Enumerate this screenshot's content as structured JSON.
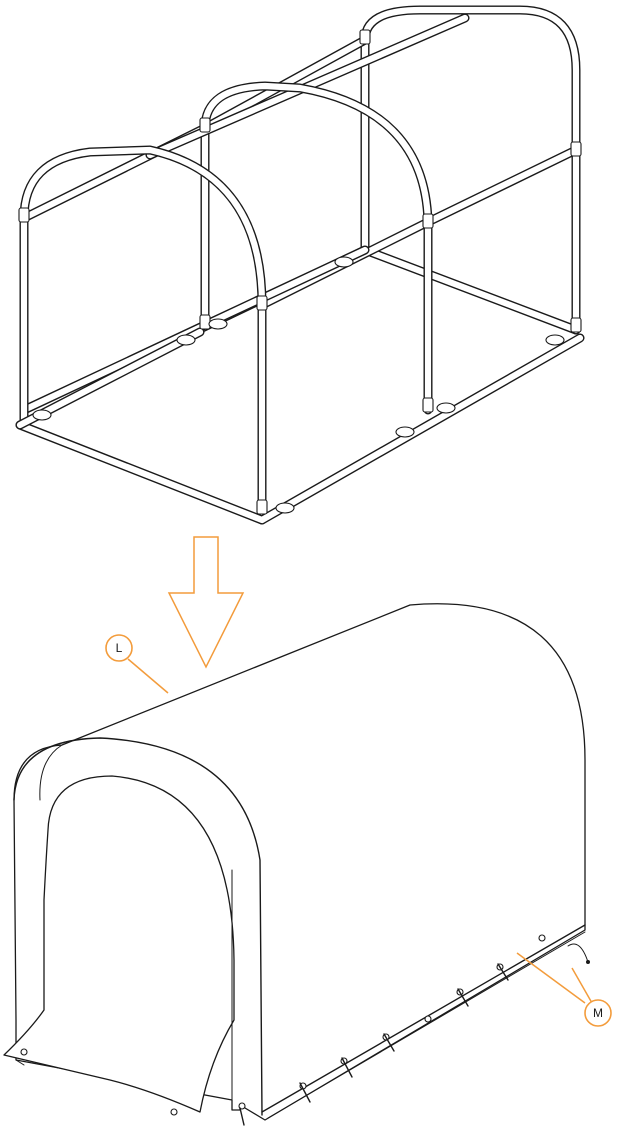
{
  "figure": {
    "step_from": "frame-assembly",
    "step_to": "cover-fitted",
    "accent_color": "#f39c3c",
    "line_color": "#1a1a1a"
  },
  "callouts": [
    {
      "id": "L",
      "label": "L",
      "points_to": "cover"
    },
    {
      "id": "M",
      "label": "M",
      "points_to": "tie-down-straps"
    }
  ],
  "icons": [
    "down-arrow-icon"
  ]
}
